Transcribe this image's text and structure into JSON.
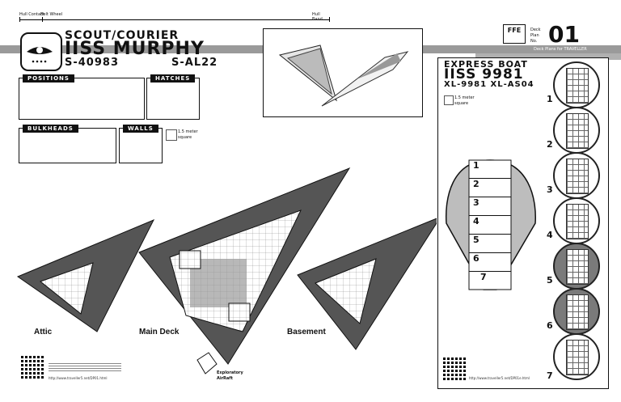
{
  "header": {
    "title_line1": "SCOUT/COURIER",
    "title_line2": "IISS MURPHY",
    "code_left": "S-40983",
    "code_right": "S-AL22"
  },
  "ruler": {
    "labels": [
      "Hull Contact",
      "Belt Wheel",
      "Hull Band"
    ]
  },
  "deck_plan": {
    "publisher": "FFE",
    "label": "Deck Plan No.",
    "number": "01",
    "subtitle": "Deck Plans for TRAVELLER"
  },
  "legend": {
    "positions": "POSITIONS",
    "hatches": "HATCHES",
    "bulkheads": "BULKHEADS",
    "walls": "WALLS",
    "square_note": "1.5 meter square"
  },
  "deck_labels": {
    "attic": "Attic",
    "main": "Main Deck",
    "basement": "Basement",
    "airraft": "Exploratory AirRaft"
  },
  "express_boat": {
    "title_line1": "EXPRESS BOAT",
    "title_line2": "IISS 9981",
    "codes": "XL-9981 XL-AS04",
    "square_note": "1.5 meter square",
    "levels": [
      "1",
      "2",
      "3",
      "4",
      "5",
      "6",
      "7"
    ],
    "circle_numbers": [
      "1",
      "2",
      "3",
      "4",
      "5",
      "6",
      "7"
    ]
  },
  "footer": {
    "url": "http://www.traveller5.net/DP01.html",
    "url_right": "http://www.traveller5.net/DP01e.html"
  }
}
